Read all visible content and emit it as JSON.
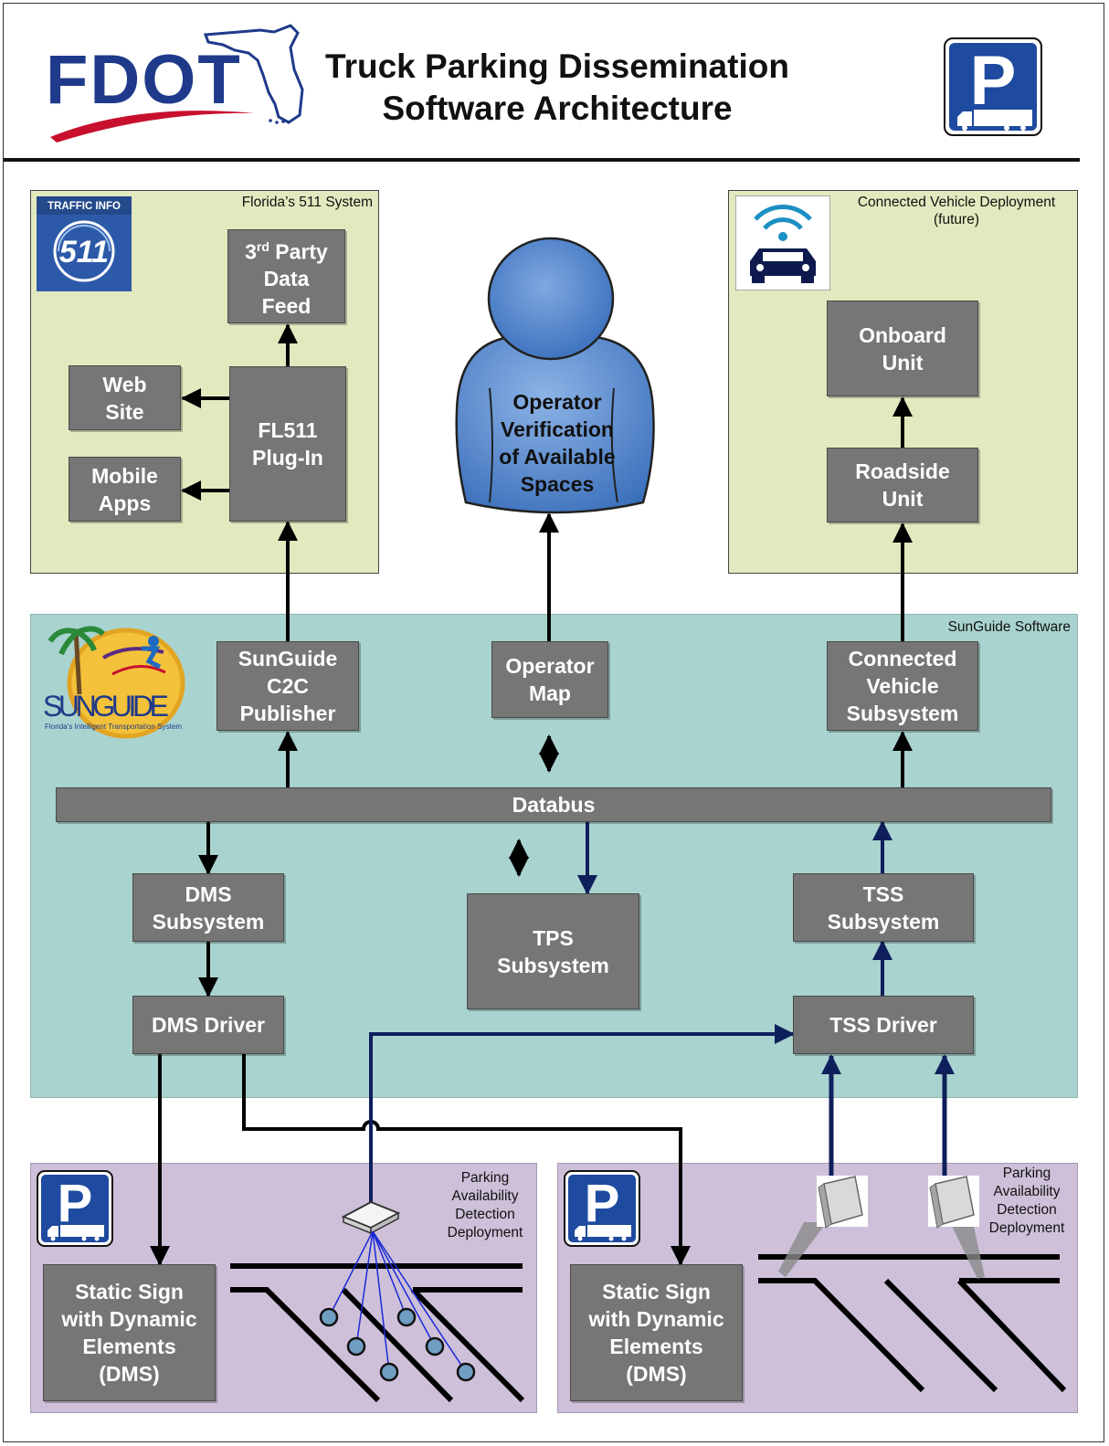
{
  "header": {
    "logo_text": "FDOT",
    "title_line1": "Truck Parking Dissemination",
    "title_line2": "Software Architecture",
    "parking_sign_letter": "P"
  },
  "regions": {
    "fl511": {
      "label": "Florida’s 511 System",
      "badge_top": "TRAFFIC INFO",
      "badge_number": "511"
    },
    "cv": {
      "label_line1": "Connected Vehicle Deployment",
      "label_line2": "(future)"
    },
    "sunguide": {
      "label": "SunGuide Software",
      "logo_text": "SUNGUIDE",
      "logo_subtitle": "Florida's Intelligent Transportation System"
    },
    "parking_left": {
      "label": "Parking\nAvailability\nDetection\nDeployment",
      "sign_letter": "P"
    },
    "parking_right": {
      "label": "Parking\nAvailability\nDetection\nDeployment",
      "sign_letter": "P"
    }
  },
  "boxes": {
    "third_party": {
      "line1": "3",
      "sup": "rd",
      "line1_rest": " Party",
      "rest": "Data\nFeed"
    },
    "web_site": "Web\nSite",
    "mobile_apps": "Mobile\nApps",
    "fl511_plugin": "FL511\nPlug-In",
    "operator": "Operator\nVerification\nof Available\nSpaces",
    "onboard_unit": "Onboard\nUnit",
    "roadside_unit": "Roadside\nUnit",
    "c2c_publisher": "SunGuide\nC2C\nPublisher",
    "operator_map": "Operator\nMap",
    "cv_subsystem": "Connected\nVehicle\nSubsystem",
    "databus": "Databus",
    "dms_subsystem": "DMS\nSubsystem",
    "tps_subsystem": "TPS\nSubsystem",
    "tss_subsystem": "TSS\nSubsystem",
    "dms_driver": "DMS Driver",
    "tss_driver": "TSS Driver",
    "static_sign_left": "Static Sign\nwith Dynamic\nElements\n(DMS)",
    "static_sign_right": "Static Sign\nwith Dynamic\nElements\n(DMS)"
  },
  "colors": {
    "fdot_blue": "#1f3a8a",
    "fdot_red": "#c8102e",
    "box_gray": "#767676",
    "green_region": "#e3e9bf",
    "teal_region": "#a9d3cf",
    "lilac_region": "#cec0d9",
    "operator_blue": "#5b8fd0",
    "navy_arrow": "#0f1f5c",
    "sensor_blue": "#1a2bd6"
  },
  "icons": {
    "fdot_logo": "florida-state-outline",
    "parking": "truck-parking-sign-icon",
    "cv": "connected-car-wifi-icon",
    "detector": "wireless-detector-icon",
    "radar": "radar-sensor-icon"
  }
}
